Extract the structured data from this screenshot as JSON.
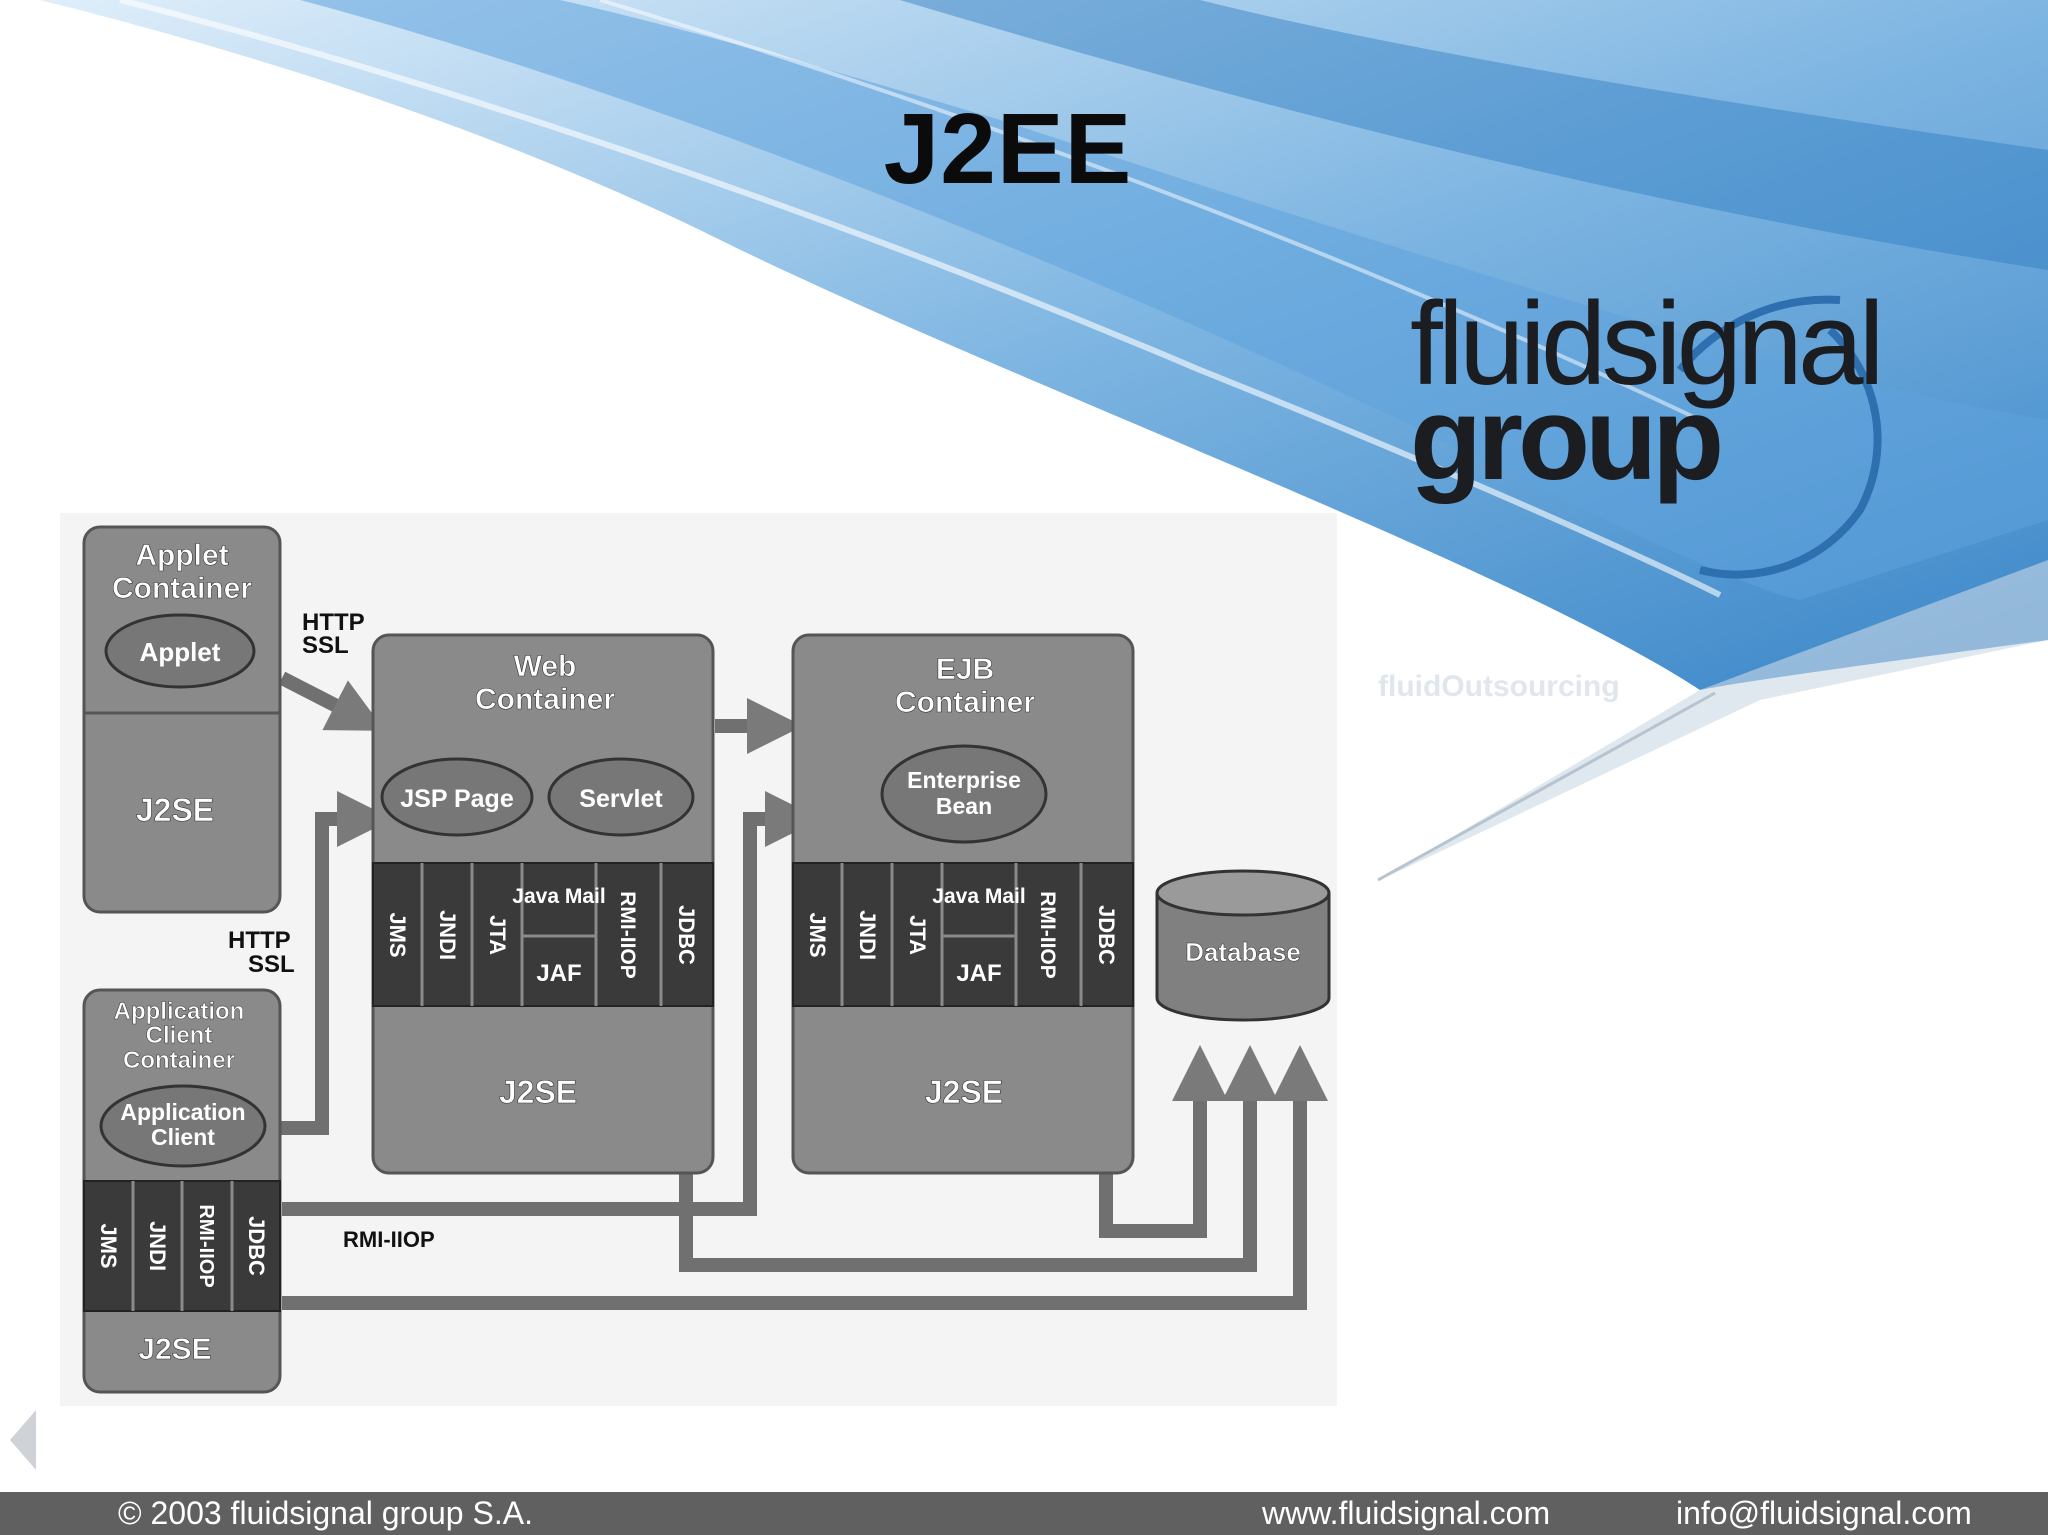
{
  "slide": {
    "title": "J2EE",
    "logo": {
      "line1": "fluidsignal",
      "line2": "group"
    },
    "tagline": "fluidOutsourcing"
  },
  "diagram": {
    "applet_container": {
      "title1": "Applet",
      "title2": "Container",
      "component": "Applet",
      "base": "J2SE"
    },
    "web_container": {
      "title1": "Web",
      "title2": "Container",
      "components": [
        "JSP Page",
        "Servlet"
      ],
      "services": [
        "JMS",
        "JNDI",
        "JTA",
        "Java Mail",
        "JAF",
        "RMI-IIOP",
        "JDBC"
      ],
      "base": "J2SE"
    },
    "ejb_container": {
      "title1": "EJB",
      "title2": "Container",
      "component1": "Enterprise",
      "component2": "Bean",
      "services": [
        "JMS",
        "JNDI",
        "JTA",
        "Java Mail",
        "JAF",
        "RMI-IIOP",
        "JDBC"
      ],
      "base": "J2SE"
    },
    "app_client_container": {
      "title1": "Application",
      "title2": "Client",
      "title3": "Container",
      "component1": "Application",
      "component2": "Client",
      "services": [
        "JMS",
        "JNDI",
        "RMI-IIOP",
        "JDBC"
      ],
      "base": "J2SE"
    },
    "database": "Database",
    "labels": {
      "http1": "HTTP",
      "ssl1": "SSL",
      "http2": "HTTP",
      "ssl2": "SSL",
      "rmi": "RMI-IIOP"
    }
  },
  "footer": {
    "copyright": "© 2003   fluidsignal group S.A.",
    "website": "www.fluidsignal.com",
    "email": "info@fluidsignal.com"
  }
}
